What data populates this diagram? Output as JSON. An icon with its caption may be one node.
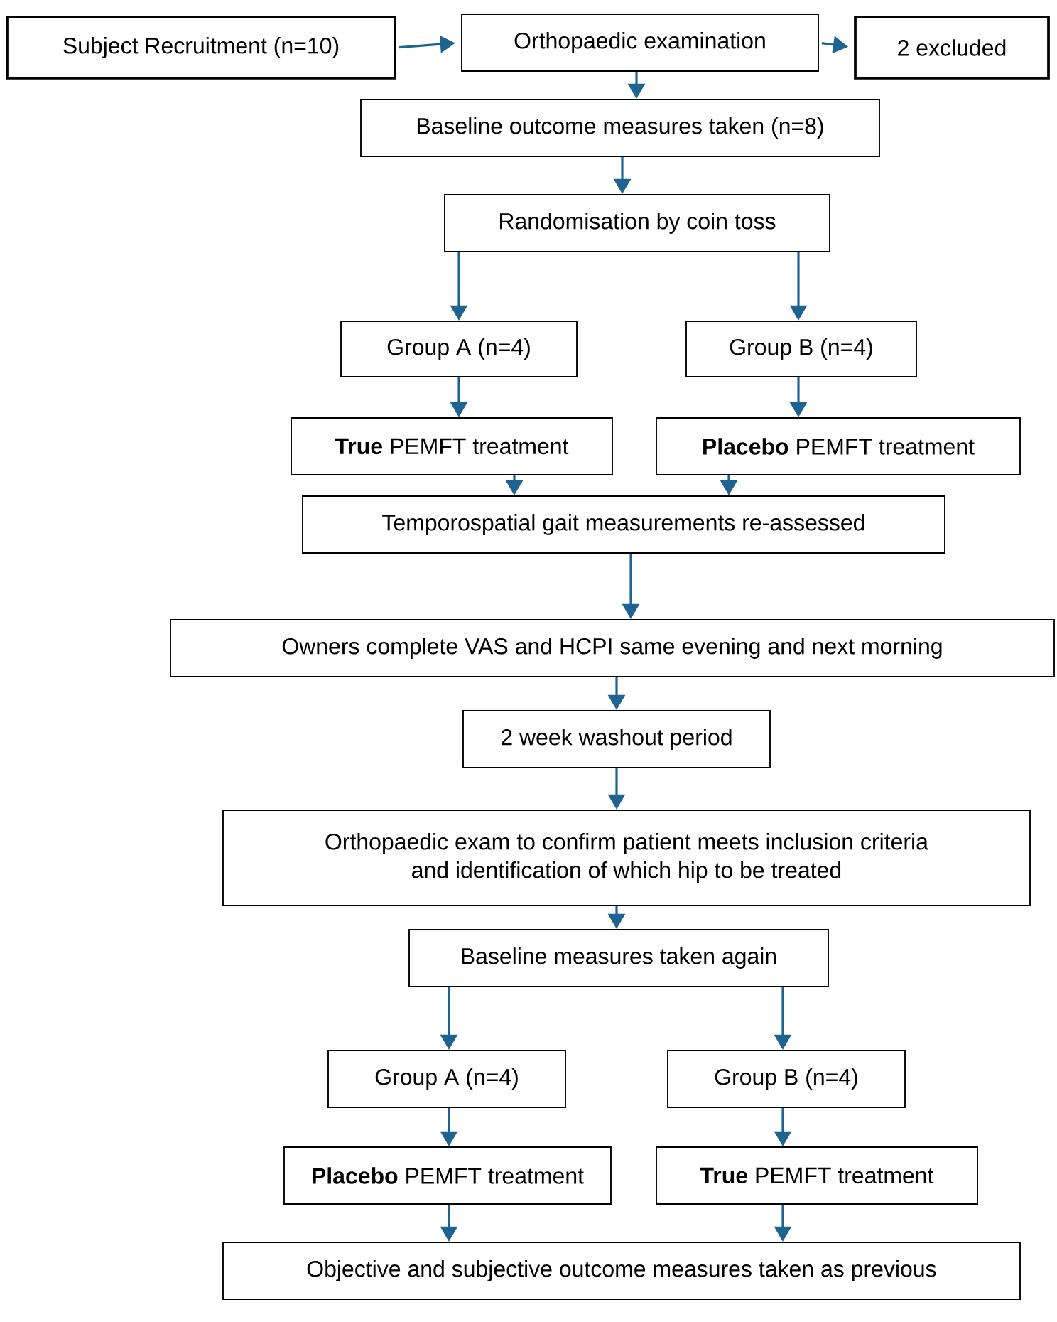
{
  "diagram": {
    "nodes": [
      {
        "text": [
          "Subject Recruitment (n=10)"
        ]
      },
      {
        "text": [
          "Orthopaedic examination"
        ]
      },
      {
        "text": [
          "2 excluded"
        ]
      },
      {
        "text": [
          "Baseline outcome measures taken (n=8)"
        ]
      },
      {
        "text": [
          "Randomisation by coin toss"
        ]
      },
      {
        "text": [
          "Group A (n=4)"
        ]
      },
      {
        "text": [
          "Group B (n=4)"
        ]
      },
      {
        "text": [
          "**True** PEMFT treatment"
        ]
      },
      {
        "text": [
          "**Placebo** PEMFT treatment"
        ]
      },
      {
        "text": [
          "Temporospatial gait measurements re-assessed"
        ]
      },
      {
        "text": [
          "Owners complete VAS and HCPI same evening and next morning"
        ]
      },
      {
        "text": [
          "2 week washout period"
        ]
      },
      {
        "text": [
          "Orthopaedic exam to confirm patient meets inclusion criteria and identification of which hip to be treated"
        ]
      },
      {
        "text": [
          "Baseline measures taken again"
        ]
      },
      {
        "text": [
          "Group A (n=4)"
        ]
      },
      {
        "text": [
          "Group B (n=4)"
        ]
      },
      {
        "text": [
          "**Placebo** PEMFT treatment"
        ]
      },
      {
        "text": [
          "**True** PEMFT treatment"
        ]
      },
      {
        "text": [
          "Objective and subjective outcome measures taken as previous"
        ]
      }
    ],
    "edges": [
      {
        "from": 0,
        "to": 1,
        "arrow": "to"
      },
      {
        "from": 1,
        "to": 2,
        "arrow": "to"
      },
      {
        "from": 1,
        "to": 3,
        "arrow": "to"
      },
      {
        "from": 3,
        "to": 4,
        "arrow": "to"
      },
      {
        "from": 4,
        "to": 5,
        "arrow": "to"
      },
      {
        "from": 4,
        "to": 6,
        "arrow": "to"
      },
      {
        "from": 5,
        "to": 7,
        "arrow": "to"
      },
      {
        "from": 6,
        "to": 8,
        "arrow": "to"
      },
      {
        "from": 7,
        "to": 9,
        "arrow": "to"
      },
      {
        "from": 8,
        "to": 9,
        "arrow": "to"
      },
      {
        "from": 9,
        "to": 10,
        "arrow": "to"
      },
      {
        "from": 10,
        "to": 11,
        "arrow": "to"
      },
      {
        "from": 11,
        "to": 12,
        "arrow": "to"
      },
      {
        "from": 12,
        "to": 13,
        "arrow": "to"
      },
      {
        "from": 13,
        "to": 14,
        "arrow": "to"
      },
      {
        "from": 13,
        "to": 15,
        "arrow": "to"
      },
      {
        "from": 14,
        "to": 16,
        "arrow": "to"
      },
      {
        "from": 15,
        "to": 17,
        "arrow": "to"
      },
      {
        "from": 16,
        "to": 18,
        "arrow": "to"
      },
      {
        "from": 17,
        "to": 18,
        "arrow": "to"
      }
    ]
  }
}
